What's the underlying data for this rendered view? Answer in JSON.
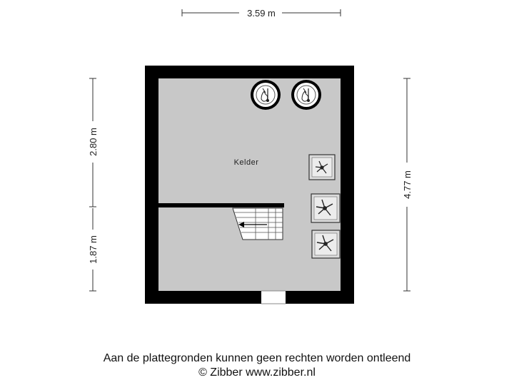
{
  "dimensions": {
    "top_width": "3.59 m",
    "left_upper": "2.80 m",
    "left_lower": "1.87 m",
    "right_height": "4.77 m"
  },
  "room": {
    "name": "Kelder"
  },
  "icons": {
    "boilers": [
      "water-heater-icon",
      "water-heater-icon"
    ],
    "fans": [
      "fan-unit-icon",
      "fan-unit-icon",
      "fan-unit-icon"
    ],
    "stairs": "staircase-icon"
  },
  "colors": {
    "wall": "#000000",
    "floor": "#c8c8c8",
    "unit_fill": "#dcdcdc"
  },
  "footer": {
    "disclaimer": "Aan de plattegronden kunnen geen rechten worden ontleend",
    "copyright": "© Zibber www.zibber.nl"
  }
}
